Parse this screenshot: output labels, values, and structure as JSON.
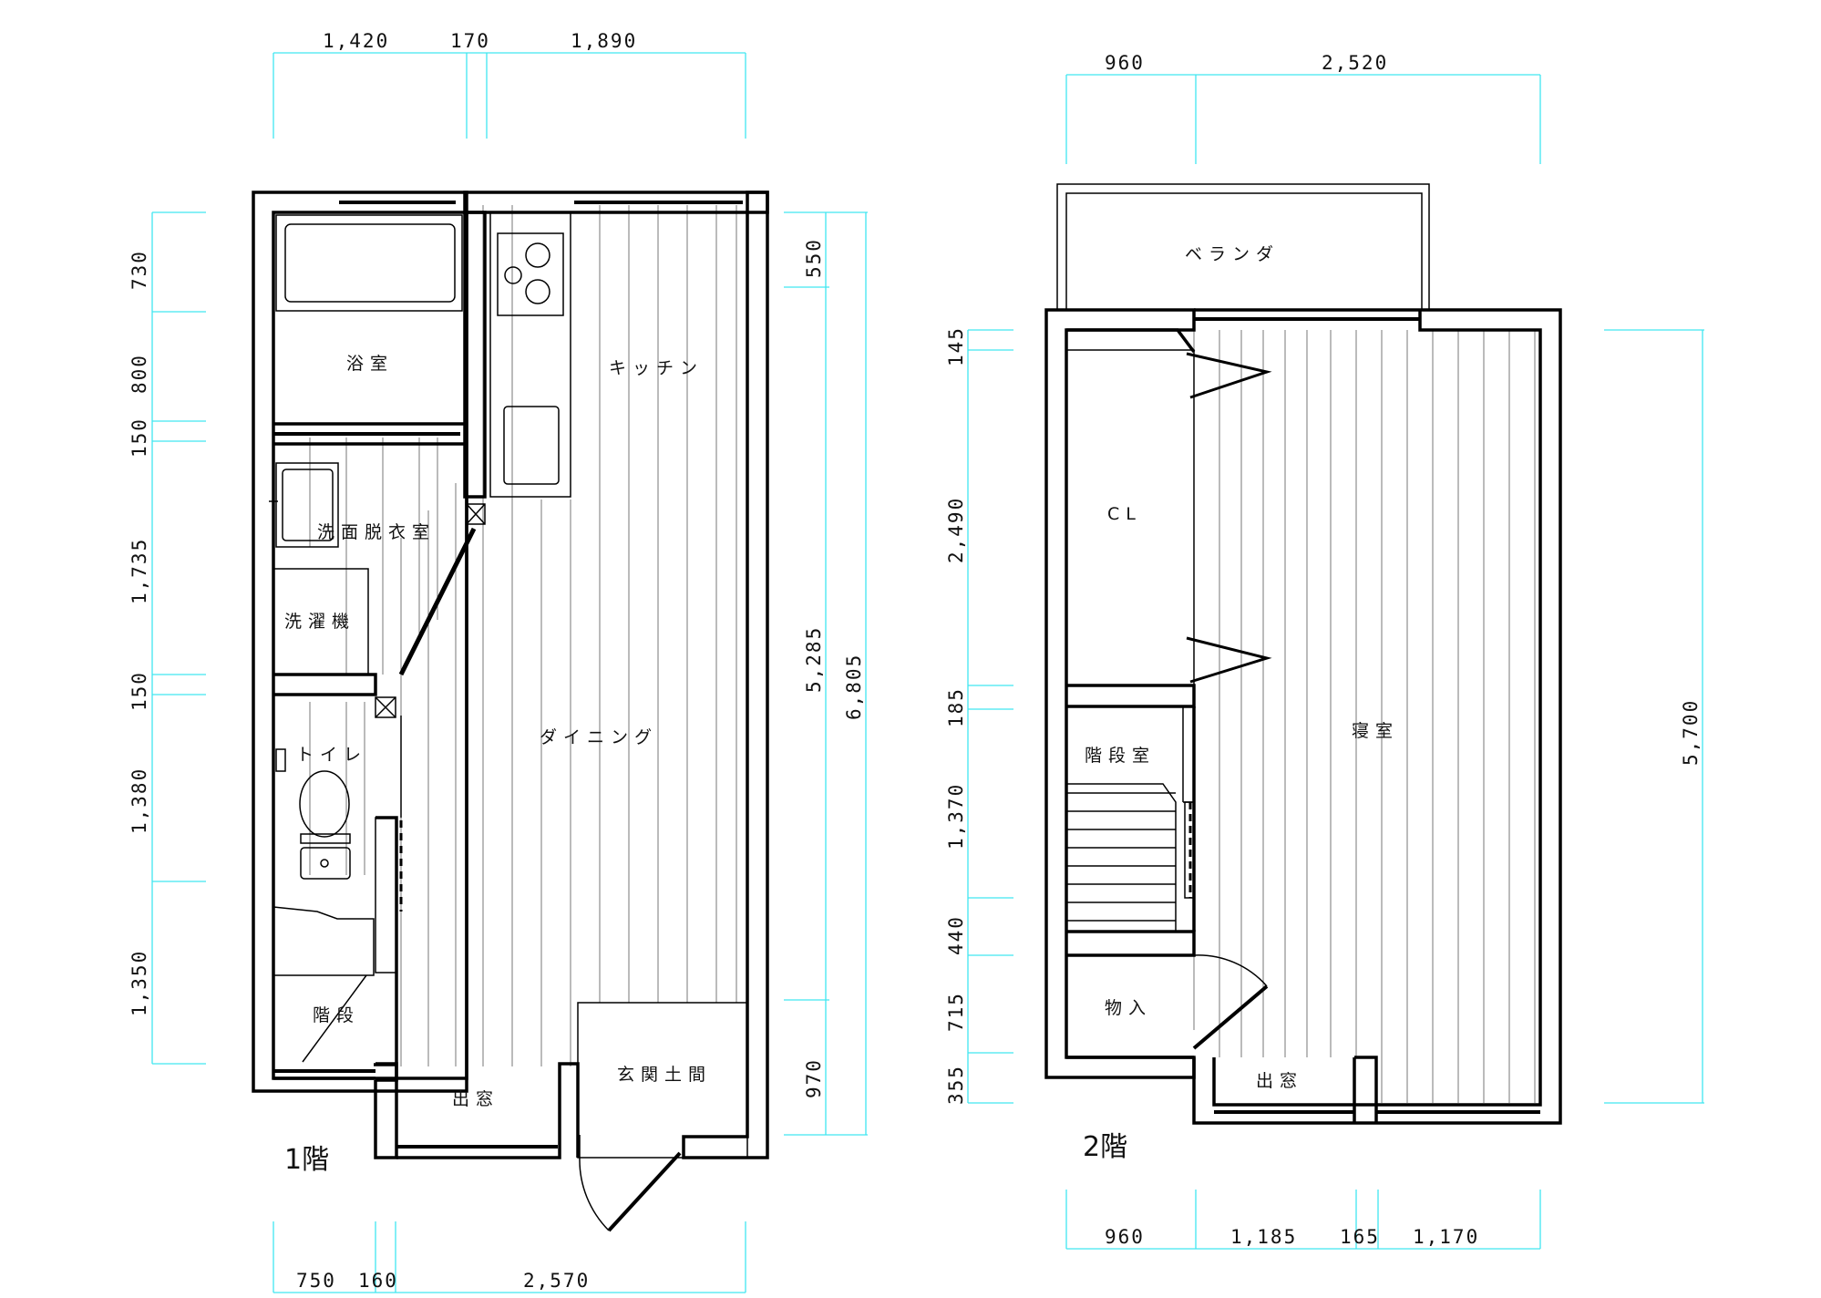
{
  "floor1": {
    "label": "1階",
    "dims_top": [
      "1,420",
      "170",
      "1,890"
    ],
    "dims_bottom": [
      "750",
      "160",
      "2,570"
    ],
    "dims_left": [
      "730",
      "800",
      "150",
      "1,735",
      "150",
      "1,380",
      "1,350"
    ],
    "dims_right": [
      "550",
      "5,285",
      "970",
      "6,805"
    ],
    "rooms": {
      "bath": "浴室",
      "kitchen": "キッチン",
      "washroom": "洗面脱衣室",
      "washer": "洗濯機",
      "toilet": "トイレ",
      "dining": "ダイニング",
      "stairs": "階段",
      "baywindow": "出窓",
      "entrance": "玄関土間"
    }
  },
  "floor2": {
    "label": "2階",
    "dims_top": [
      "960",
      "2,520"
    ],
    "dims_bottom": [
      "960",
      "1,185",
      "165",
      "1,170"
    ],
    "dims_left": [
      "145",
      "2,490",
      "185",
      "1,370",
      "440",
      "715",
      "355"
    ],
    "dims_right": [
      "5,700"
    ],
    "rooms": {
      "veranda": "ベランダ",
      "closet": "CL",
      "bedroom": "寝室",
      "stairwell": "階段室",
      "storage": "物入",
      "baywindow": "出窓"
    }
  }
}
